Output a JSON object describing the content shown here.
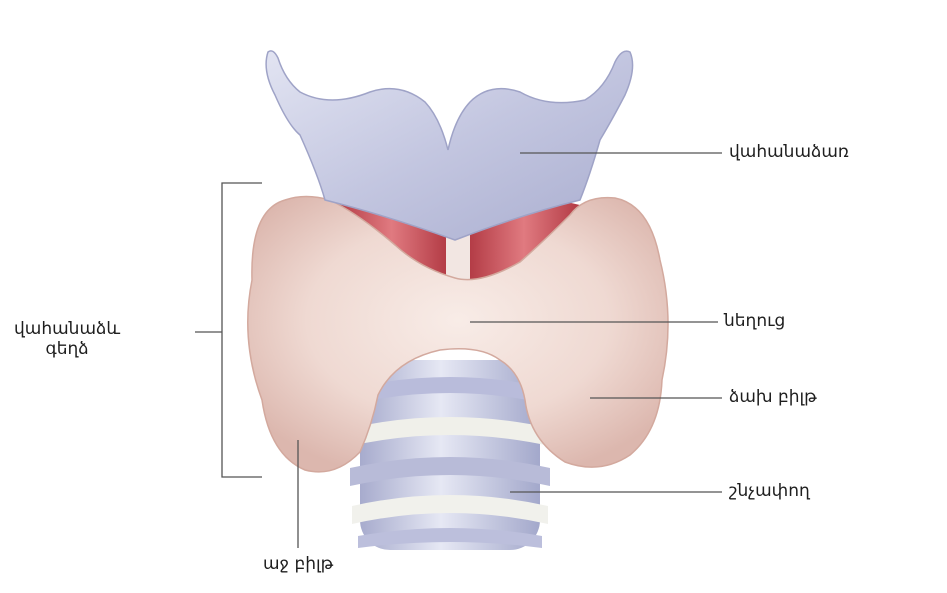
{
  "labels": {
    "thyroid_cartilage": "վահանաձառ",
    "thyroid_gland_line1": "վահանաձև",
    "thyroid_gland_line2": "գեղձ",
    "isthmus": "նեղուց",
    "left_lobe": "ձախ բիլթ",
    "trachea": "շնչափող",
    "right_lobe": "աջ բիլթ"
  },
  "colors": {
    "cartilage": "#c8cbe3",
    "gland": "#ecd4cd",
    "muscle": "#cc4d55",
    "trachea": "#c7cae2",
    "leader_line": "#555555"
  }
}
